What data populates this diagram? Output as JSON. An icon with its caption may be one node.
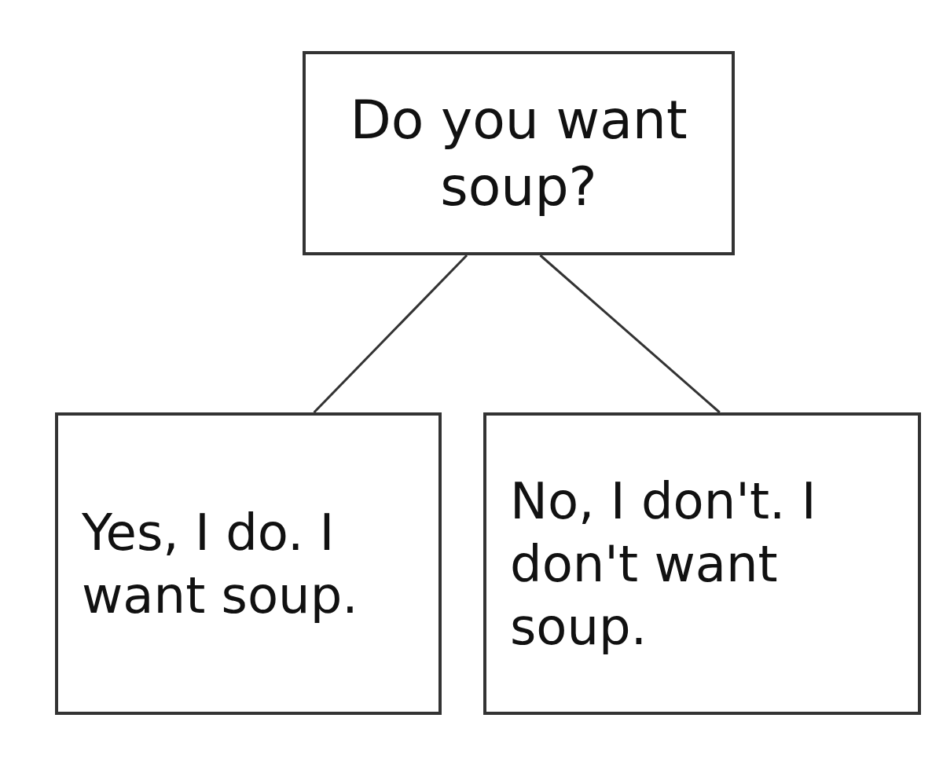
{
  "diagram": {
    "nodes": [
      {
        "text": [
          "Do you want soup?"
        ]
      },
      {
        "text": [
          "Yes, I do. I want soup."
        ]
      },
      {
        "text": [
          "No, I don't. I don't want soup."
        ]
      }
    ],
    "edges": [
      {
        "from": 0,
        "to": 1,
        "arrow": "none"
      },
      {
        "from": 0,
        "to": 2,
        "arrow": "none"
      }
    ]
  }
}
